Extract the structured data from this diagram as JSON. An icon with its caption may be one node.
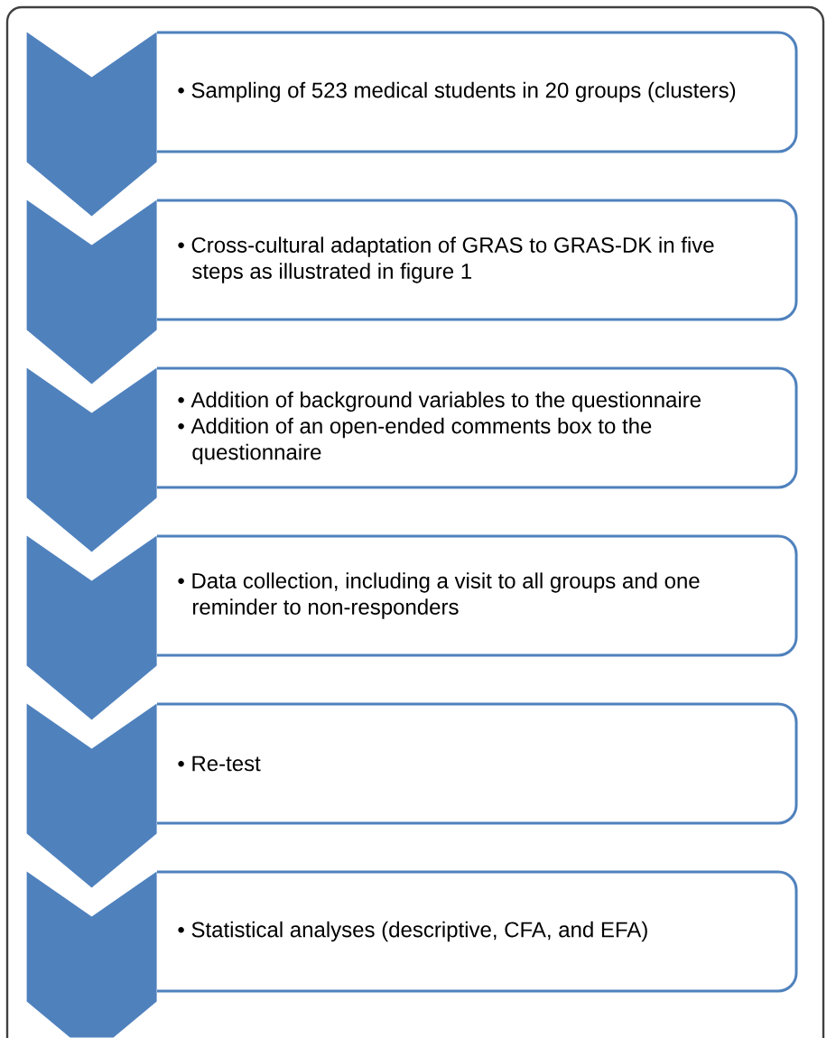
{
  "diagram": {
    "nodes": [
      {
        "text": [
          "• Sampling of 523 medical students in 20 groups (clusters)"
        ]
      },
      {
        "text": [
          "• Cross-cultural adaptation of GRAS to GRAS-DK in five steps as illustrated in figure 1"
        ]
      },
      {
        "text": [
          "• Addition of background variables to the questionnaire",
          "• Addition of an open-ended comments box to the questionnaire"
        ]
      },
      {
        "text": [
          "• Data collection, including a visit to all groups and one reminder to non-responders"
        ]
      },
      {
        "text": [
          "• Re-test"
        ]
      },
      {
        "text": [
          "• Statistical analyses (descriptive,  CFA, and EFA)"
        ]
      }
    ],
    "edges": [
      {
        "from": 0,
        "to": 1,
        "arrow": "to"
      },
      {
        "from": 1,
        "to": 2,
        "arrow": "to"
      },
      {
        "from": 2,
        "to": 3,
        "arrow": "to"
      },
      {
        "from": 3,
        "to": 4,
        "arrow": "to"
      },
      {
        "from": 4,
        "to": 5,
        "arrow": "to"
      },
      {
        "from": 5,
        "to": null,
        "arrow": "none"
      }
    ]
  }
}
